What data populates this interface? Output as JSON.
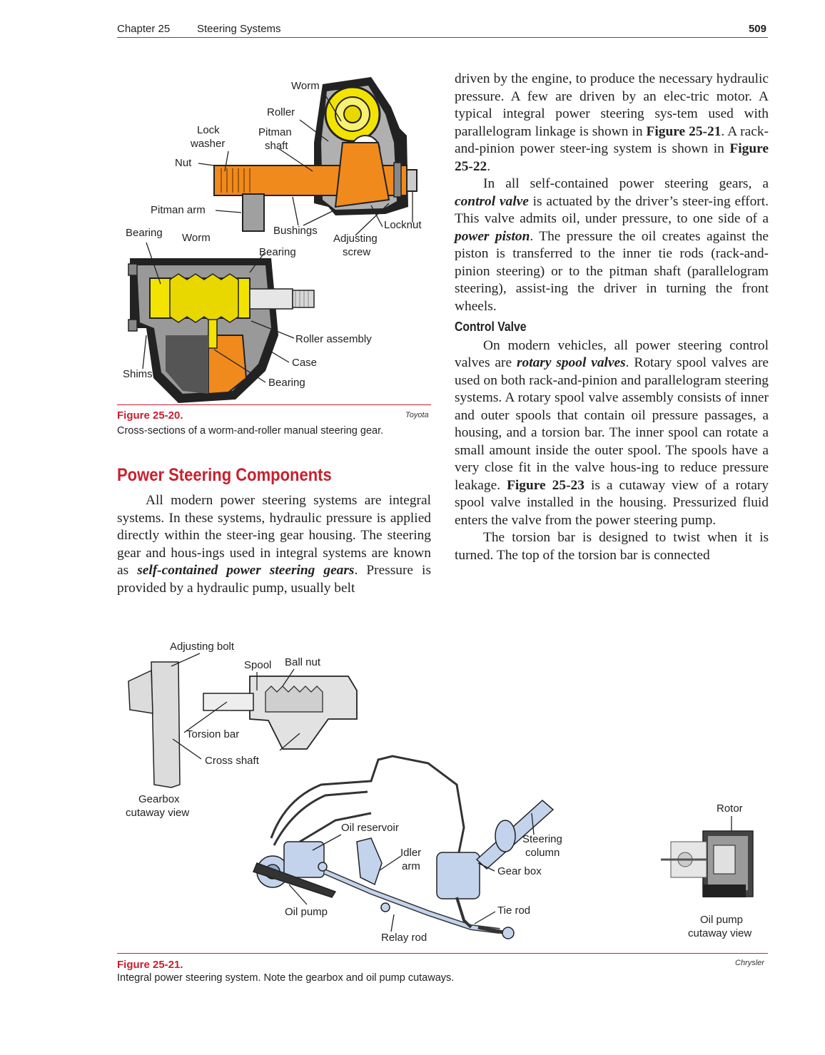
{
  "header": {
    "chapter": "Chapter 25",
    "title": "Steering Systems",
    "page_number": "509"
  },
  "figure_20": {
    "labels": {
      "worm_top": "Worm",
      "roller": "Roller",
      "lock_washer_1": "Lock",
      "lock_washer_2": "washer",
      "pitman_shaft_1": "Pitman",
      "pitman_shaft_2": "shaft",
      "nut": "Nut",
      "pitman_arm": "Pitman arm",
      "locknut": "Locknut",
      "bearing_left": "Bearing",
      "worm_bottom": "Worm",
      "bushings": "Bushings",
      "adjusting_screw_1": "Adjusting",
      "adjusting_screw_2": "screw",
      "bearing_mid": "Bearing",
      "roller_assembly": "Roller assembly",
      "case": "Case",
      "shims": "Shims",
      "bearing_bottom": "Bearing"
    },
    "label": "Figure 25-20.",
    "credit": "Toyota",
    "caption": "Cross-sections of a worm-and-roller manual steering gear."
  },
  "section": {
    "heading": "Power Steering Components",
    "para1_a": "All modern power steering systems are integral systems. In these systems, hydraulic pressure is applied directly within the steer-ing gear housing. The steering gear and hous-ings used in integral systems are known as ",
    "para1_kw": "self-contained power steering gears",
    "para1_b": ". Pressure is provided by a hydraulic pump, usually belt"
  },
  "right_column": {
    "p1_a": "driven by the engine, to produce the necessary hydraulic pressure. A few are driven by an elec-tric motor. A typical integral power steering sys-tem used with parallelogram linkage is shown in ",
    "p1_fig1": "Figure 25-21",
    "p1_b": ". A rack-and-pinion power steer-ing system is shown in ",
    "p1_fig2": "Figure 25-22",
    "p1_c": ".",
    "p2_a": "In all self-contained power steering gears, a ",
    "p2_kw1": "control valve",
    "p2_b": " is actuated by the driver’s steer-ing effort. This valve admits oil, under pressure, to one side of a ",
    "p2_kw2": "power piston",
    "p2_c": ". The pressure the oil creates against the piston is transferred to the inner tie rods (rack-and-pinion steering) or to the pitman shaft (parallelogram steering), assist-ing the driver in turning the front wheels.",
    "subheading": "Control Valve",
    "p3_a": "On modern vehicles, all power steering control valves are ",
    "p3_kw": "rotary spool valves",
    "p3_b": ". Rotary spool valves are used on both rack-and-pinion and parallelogram steering systems. A rotary spool valve assembly consists of inner and outer spools that contain oil pressure passages, a housing, and a torsion bar. The inner spool can rotate a small amount inside the outer spool. The spools have a very close fit in the valve hous-ing to reduce pressure leakage. ",
    "p3_fig": "Figure 25-23",
    "p3_c": " is a cutaway view of a rotary spool valve installed in the housing. Pressurized fluid enters the valve from the power steering pump.",
    "p4": "The torsion bar is designed to twist when it is turned. The top of the torsion bar is connected"
  },
  "figure_21": {
    "labels": {
      "adjusting_bolt": "Adjusting bolt",
      "spool": "Spool",
      "ball_nut": "Ball nut",
      "torsion_bar": "Torsion bar",
      "cross_shaft": "Cross shaft",
      "gearbox_1": "Gearbox",
      "gearbox_2": "cutaway view",
      "oil_reservoir": "Oil reservoir",
      "idler_1": "Idler",
      "idler_2": "arm",
      "steering_1": "Steering",
      "steering_2": "column",
      "gear_box": "Gear box",
      "oil_pump": "Oil pump",
      "tie_rod": "Tie rod",
      "relay_rod": "Relay rod",
      "rotor": "Rotor",
      "oil_pump_cut_1": "Oil pump",
      "oil_pump_cut_2": "cutaway view"
    },
    "label": "Figure 25-21.",
    "credit": "Chrysler",
    "caption": "Integral power steering system. Note the gearbox and oil pump cutaways."
  },
  "colors": {
    "accent_red": "#c8202e",
    "orange": "#f08a1c",
    "yellow": "#f2e400",
    "light_blue": "#c3d3ec",
    "gray": "#8c8c8c"
  }
}
